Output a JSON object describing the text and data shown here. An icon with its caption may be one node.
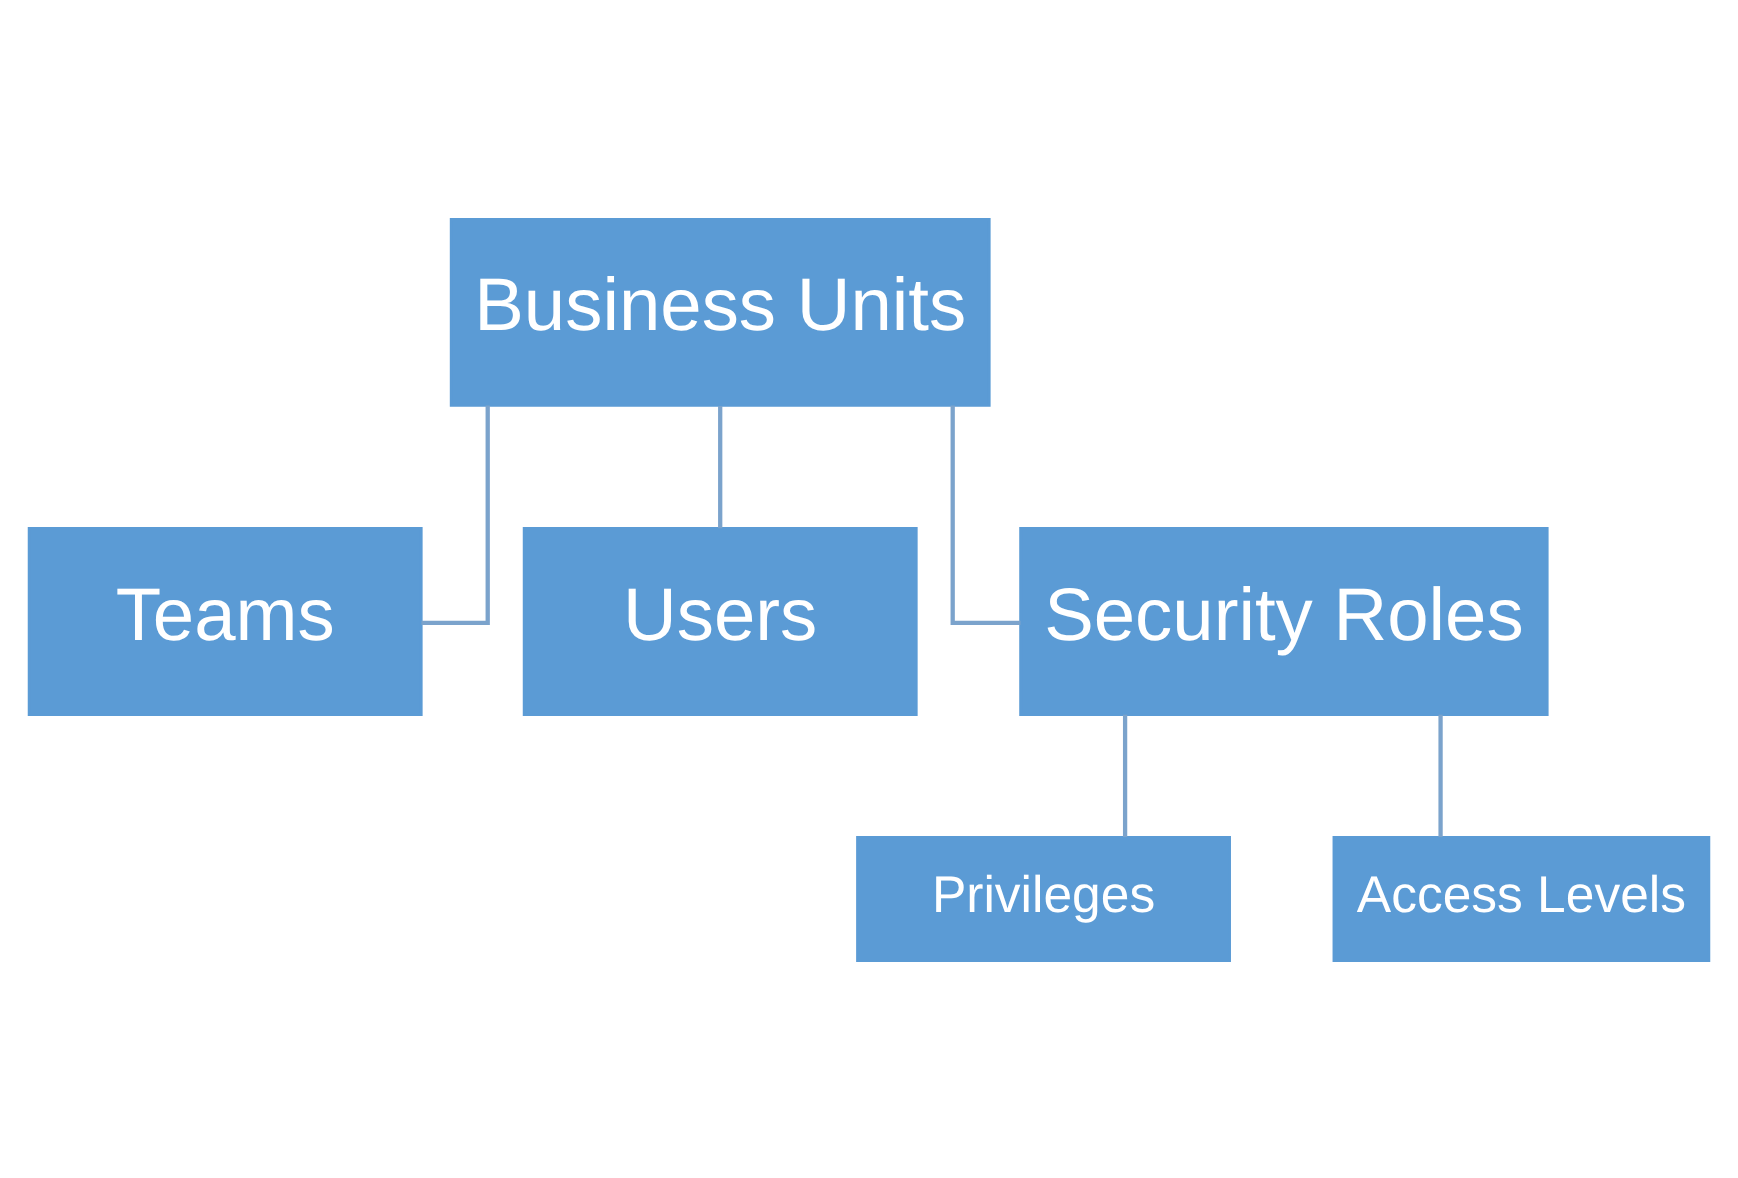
{
  "diagram": {
    "nodes": [
      {
        "text": [
          "Business Units"
        ]
      },
      {
        "text": [
          "Teams"
        ]
      },
      {
        "text": [
          "Users"
        ]
      },
      {
        "text": [
          "Security Roles"
        ]
      },
      {
        "text": [
          "Privileges"
        ]
      },
      {
        "text": [
          "Access Levels"
        ]
      }
    ],
    "edges": [
      {
        "from": 0,
        "to": 1,
        "arrow": "none"
      },
      {
        "from": 0,
        "to": 2,
        "arrow": "none"
      },
      {
        "from": 0,
        "to": 3,
        "arrow": "none"
      },
      {
        "from": 3,
        "to": 4,
        "arrow": "none"
      },
      {
        "from": 3,
        "to": 5,
        "arrow": "none"
      }
    ]
  }
}
